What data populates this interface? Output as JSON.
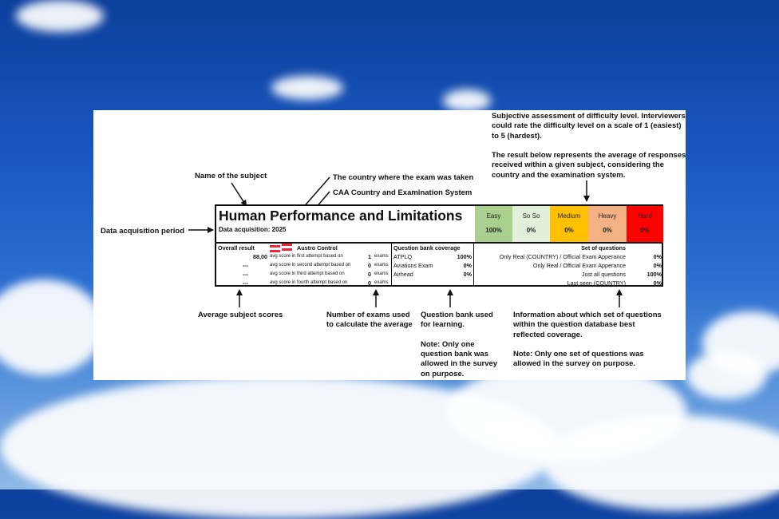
{
  "card": {
    "subject_title": "Human Performance and Limitations",
    "data_acquisition": "Data acquisition: 2025",
    "difficulty": [
      {
        "label": "Easy",
        "value": "100%",
        "color": "#a9d08e"
      },
      {
        "label": "So So",
        "value": "0%",
        "color": "#e2efda"
      },
      {
        "label": "Medium",
        "value": "0%",
        "color": "#ffc000"
      },
      {
        "label": "Heavy",
        "value": "0%",
        "color": "#f4b183"
      },
      {
        "label": "Hard",
        "value": "0%",
        "color": "#ff0000"
      }
    ],
    "overall_result_header": "Overall result",
    "caa_name": "Austro Control",
    "results": [
      {
        "score": "88,00",
        "desc": "avg score in first attempt based on",
        "count": "1",
        "unit": "exams"
      },
      {
        "score": "---",
        "desc": "avg score in second attempt based on",
        "count": "0",
        "unit": "exams"
      },
      {
        "score": "---",
        "desc": "avg score in third attempt based on",
        "count": "0",
        "unit": "exams"
      },
      {
        "score": "---",
        "desc": "avg score in fourth attempt based on",
        "count": "0",
        "unit": "exams"
      }
    ],
    "qbank_header": "Question bank coverage",
    "qbanks": [
      {
        "name": "ATPLQ",
        "value": "100%"
      },
      {
        "name": "Aviations Exam",
        "value": "0%"
      },
      {
        "name": "Airhead",
        "value": "0%"
      }
    ],
    "sets_header": "Set of questions",
    "sets": [
      {
        "name": "Only Real (COUNTRY) / Official Exam Apperance",
        "value": "0%"
      },
      {
        "name": "Only Real / Official Exam Apperance",
        "value": "0%"
      },
      {
        "name": "Just all questions",
        "value": "100%"
      },
      {
        "name": "Last seen (COUNTRY)",
        "value": "0%"
      }
    ]
  },
  "annotations": {
    "difficulty_p1": "Subjective assessment of difficulty level. Interviewers could rate the difficulty level on a scale of 1 (easiest) to 5 (hardest).",
    "difficulty_p2": "The result below represents the average of responses received within a given subject, considering the country and the examination system.",
    "name_of_subject": "Name of the subject",
    "country": "The country where the exam was taken",
    "caa": "CAA Country and Examination System",
    "data_period": "Data acquisition period",
    "avg_scores": "Average subject scores",
    "num_exams": "Number of exams used to calculate the average",
    "qbank_p1": "Question bank used for learning.",
    "qbank_p2": "Note: Only one question bank was allowed in the survey on purpose.",
    "sets_p1": "Information about which set of questions within the question database best reflected coverage.",
    "sets_p2": "Note: Only one set of questions was allowed in the survey on purpose."
  }
}
